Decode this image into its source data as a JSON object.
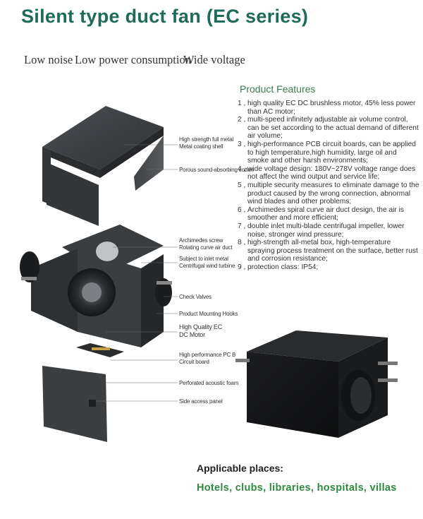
{
  "title": "Silent type duct fan (EC series)",
  "taglines": [
    "Low noise",
    "Low power consumption",
    "Wide voltage"
  ],
  "product_features": {
    "heading": "Product Features",
    "items": [
      {
        "num": "1 ,",
        "text": "high quality EC DC brushless motor, 45% less power than AC motor;"
      },
      {
        "num": "2 ,",
        "text": "multi-speed infinitely adjustable air volume control, can be set according to the actual demand of different air volume;"
      },
      {
        "num": "3 ,",
        "text": "high-performance PCB circuit boards, can be applied to high temperature,high humidity, large oil and smoke and other harsh environments;"
      },
      {
        "num": "4 ,",
        "text": "wide voltage design: 180V~278V voltage range does not affect the wind output and service life;"
      },
      {
        "num": "5 ,",
        "text": "multiple security measures to eliminate damage to the product caused by the wrong connection, abnormal wind blades and other problems;"
      },
      {
        "num": "6 ,",
        "text": "Archimedes spiral curve air duct design, the air is smoother and more efficient;"
      },
      {
        "num": "7 ,",
        "text": "double inlet multi-blade centrifugal impeller, lower noise, stronger wind pressure;"
      },
      {
        "num": "8 ,",
        "text": "high-strength all-metal box, high-temperature spraying process treatment on the surface, better rust and corrosion resistance;"
      },
      {
        "num": "9 ,",
        "text": "protection class: IP54;"
      }
    ]
  },
  "callouts": {
    "shell_1": "High strength full metal",
    "shell_2": "Metal coating shell",
    "cotton": "Porous sound-absorbing cotton",
    "screw_1": "Archimedes screw",
    "screw_2": "Rotating curve air duct",
    "inlet_1": "Subject to inlet metal",
    "inlet_2": "Centrifugal wind turbine",
    "valves": "Check Valves",
    "hooks": "Product Mounting Hooks",
    "motor_1": "High Quality EC",
    "motor_2": "DC Motor",
    "pcb_1": "High performance PC B",
    "pcb_2": "Circuit board",
    "foam": "Perforated acoustic foam",
    "panel": "Side access panel"
  },
  "applicable": {
    "heading": "Applicable places:",
    "places": "Hotels, clubs, libraries, hospitals, villas"
  },
  "colors": {
    "title": "#1f6b5a",
    "feature_heading": "#3a7a55",
    "places": "#2d8a3e",
    "metal": "#3a3d40"
  }
}
